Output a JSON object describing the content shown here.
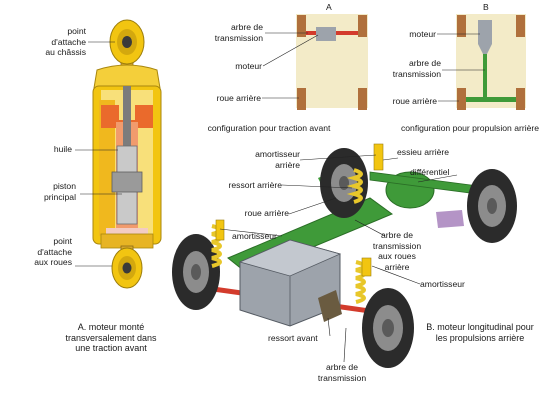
{
  "shock": {
    "attach_top": "point\nd'attache\nau châssis",
    "oil": "huile",
    "piston": "piston\nprincipal",
    "attach_bottom": "point\nd'attache\naux roues"
  },
  "config_a": {
    "letter": "A",
    "shaft": "arbre de\ntransmission",
    "motor": "moteur",
    "rear_wheel": "roue arrière",
    "caption": "configuration pour traction avant"
  },
  "config_b": {
    "letter": "B",
    "motor": "moteur",
    "shaft": "arbre de\ntransmission",
    "rear_wheel": "roue arrière",
    "caption": "configuration pour propulsion arrière"
  },
  "car": {
    "rear_shock": "amortisseur\narrière",
    "rear_axle": "essieu arrière",
    "differential": "différentiel",
    "rear_spring": "ressort arrière",
    "rear_wheel": "roue arrière",
    "shock": "amortisseur",
    "shaft_rear": "arbre de\ntransmission\naux roues\narrière",
    "shock_right": "amortisseur",
    "front_spring": "ressort avant",
    "shaft_front": "arbre de\ntransmission"
  },
  "captions": {
    "a": "A. moteur monté\ntransversalement dans\nune traction avant",
    "b": "B. moteur longitudinal pour\nles propulsions arrière"
  },
  "colors": {
    "shock_yellow": "#f2c511",
    "spring_yellow": "#e8c72a",
    "oil_orange": "#ea6a2c",
    "piston_grey": "#b8b8b8",
    "chassis_tan": "#f3ebc8",
    "wheel_brown": "#b0703c",
    "motor_grey": "#9da3ab",
    "shaft_green": "#3f9a39",
    "shaft_red": "#d33b2c",
    "tire_dark": "#2b2b2b",
    "arm_lilac": "#b494c6"
  }
}
